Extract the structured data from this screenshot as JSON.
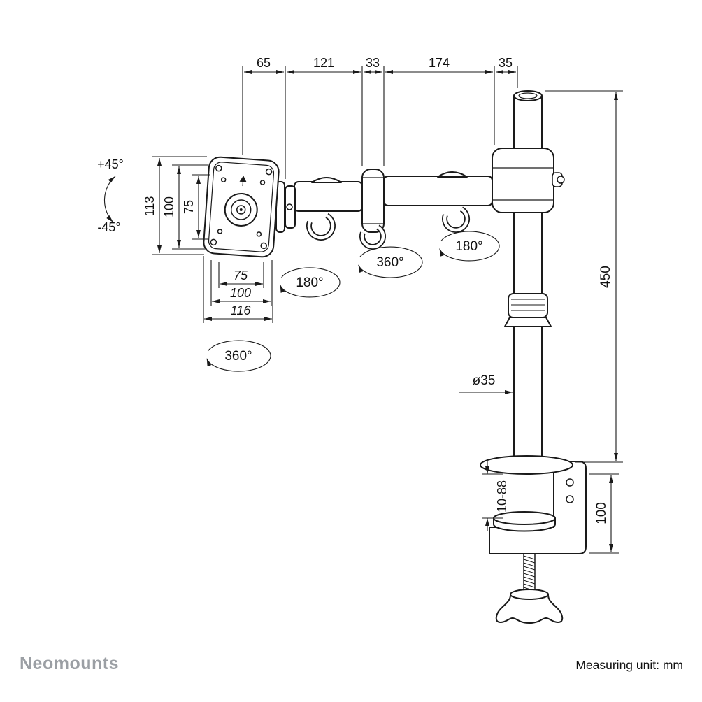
{
  "footer": {
    "brand": "Neomounts",
    "measuring_unit": "Measuring unit: mm"
  },
  "dimensions": {
    "top_chain": [
      "65",
      "121",
      "33",
      "174",
      "35"
    ],
    "tilt_up": "+45°",
    "tilt_down": "-45°",
    "plate_height_outer": "113",
    "plate_height_vesa100": "100",
    "plate_height_vesa75": "75",
    "plate_width_vesa75": "75",
    "plate_width_vesa100": "100",
    "plate_width_outer": "116",
    "pole_height": "450",
    "pole_diameter": "ø35",
    "clamp_thickness_range": "10-88",
    "clamp_bracket_height": "100"
  },
  "rotations": {
    "vesa_plate": "360°",
    "arm_joint_inner": "180°",
    "arm_joint_middle": "360°",
    "arm_joint_pole": "180°"
  },
  "colors": {
    "line": "#1a1a1a",
    "brand_gray": "#9b9fa4"
  }
}
